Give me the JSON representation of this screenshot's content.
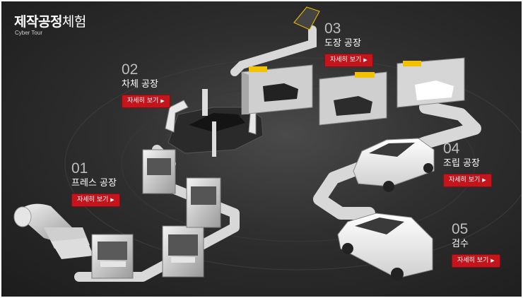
{
  "header": {
    "title_bold": "제작공정",
    "title_light": "체험",
    "subtitle": "Cyber Tour"
  },
  "steps": [
    {
      "num": "01",
      "name": "프레스 공장",
      "detail_label": "자세히 보기"
    },
    {
      "num": "02",
      "name": "차체 공장",
      "detail_label": "자세히 보기"
    },
    {
      "num": "03",
      "name": "도장 공장",
      "detail_label": "자세히 보기"
    },
    {
      "num": "04",
      "name": "조립 공장",
      "detail_label": "자세히 보기"
    },
    {
      "num": "05",
      "name": "검수",
      "detail_label": "자세히 보기"
    }
  ],
  "icons": {
    "button_arrow": "arrow-right-icon"
  },
  "colors": {
    "accent": "#c4141c",
    "background": "#2e2e2e",
    "conveyor": "#e8e8e8"
  }
}
